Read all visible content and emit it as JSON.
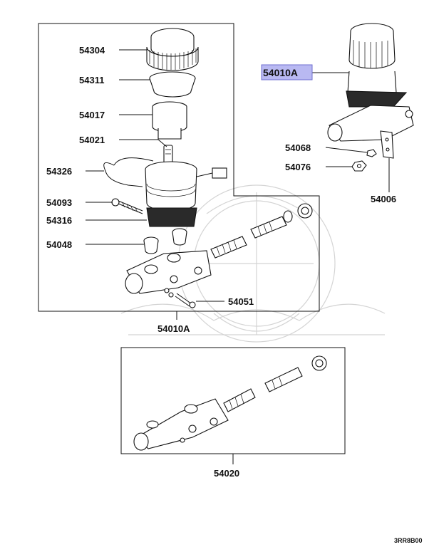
{
  "diagram": {
    "selected_label": "54010A",
    "labels": {
      "p54304": "54304",
      "p54311": "54311",
      "p54017": "54017",
      "p54021": "54021",
      "p54326": "54326",
      "p54093": "54093",
      "p54316": "54316",
      "p54048": "54048",
      "p54051": "54051",
      "p54010a_bottom": "54010A",
      "p54068": "54068",
      "p54076": "54076",
      "p54006": "54006",
      "p54020": "54020"
    },
    "figure_code": "3RR8B00",
    "colors": {
      "highlight_fill": "#b9b9f2",
      "highlight_border": "#6f6fd0",
      "line": "#111111"
    }
  }
}
